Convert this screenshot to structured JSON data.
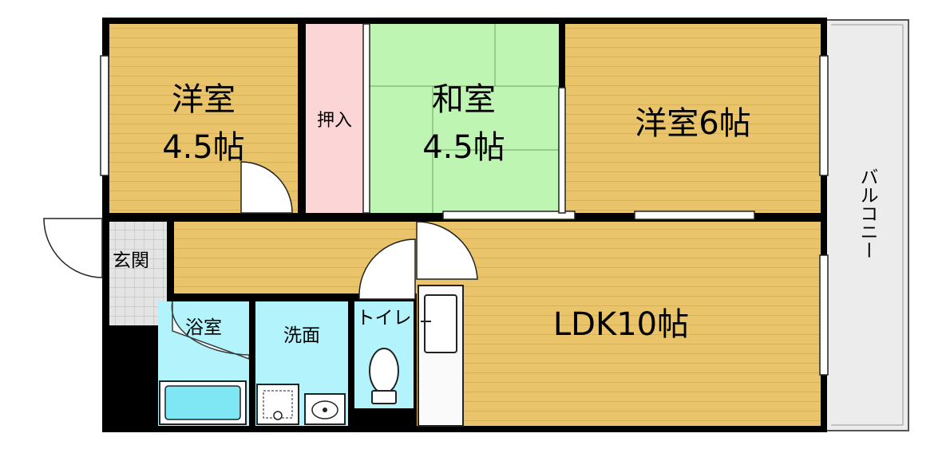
{
  "rooms": {
    "western_room_1": {
      "name": "洋室",
      "size": "4.5帖"
    },
    "closet": {
      "name": "押入"
    },
    "japanese_room": {
      "name": "和室",
      "size": "4.5帖"
    },
    "western_room_2": {
      "label": "洋室6帖"
    },
    "balcony": {
      "label": "バルコニー"
    },
    "entrance": {
      "label": "玄関"
    },
    "bathroom": {
      "label": "浴室"
    },
    "washroom": {
      "label": "洗面"
    },
    "toilet": {
      "label": "トイレ"
    },
    "ldk": {
      "label": "LDK10帖"
    }
  },
  "colors": {
    "wood_floor": "#e9c46a",
    "tatami": "#bff5b3",
    "closet": "#fcd6d6",
    "wet_area": "#b3f3fb",
    "entrance_tile": "#d9d9d9",
    "wall": "#000000",
    "balcony": "#ececec"
  }
}
